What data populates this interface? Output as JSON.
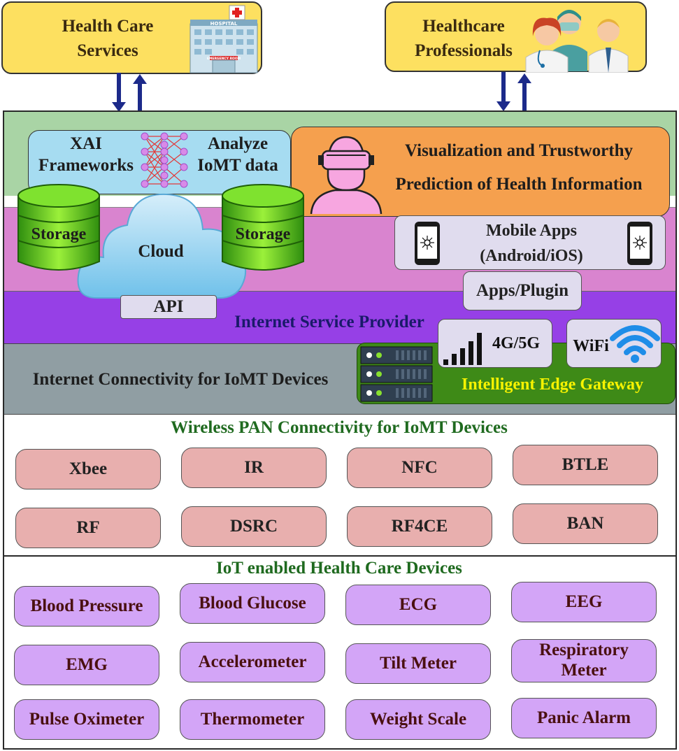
{
  "top": {
    "left_title": "Health Care Services",
    "right_title": "Healthcare Professionals",
    "hospital_sign": "HOSPITAL",
    "hospital_door": "EMERGENCY ROOM"
  },
  "cloud_layer": {
    "xai": "XAI Frameworks",
    "analyze": "Analyze IoMT data",
    "viz_line1": "Visualization and Trustworthy",
    "viz_line2": "Prediction of Health Information",
    "storage_left": "Storage",
    "storage_right": "Storage",
    "cloud": "Cloud",
    "api": "API",
    "mobile_line1": "Mobile Apps",
    "mobile_line2": "(Android/iOS)",
    "apps_plugin": "Apps/Plugin"
  },
  "isp": {
    "label": "Internet Service Provider"
  },
  "connectivity": {
    "label": "Internet Connectivity for IoMT Devices",
    "cellular": "4G/5G",
    "wifi": "WiFi",
    "gateway": "Intelligent Edge Gateway"
  },
  "pan": {
    "title": "Wireless PAN Connectivity for IoMT Devices",
    "items": [
      "Xbee",
      "IR",
      "NFC",
      "BTLE",
      "RF",
      "DSRC",
      "RF4CE",
      "BAN"
    ]
  },
  "devices": {
    "title": "IoT enabled Health Care Devices",
    "items": [
      "Blood Pressure",
      "Blood Glucose",
      "ECG",
      "EEG",
      "EMG",
      "Accelerometer",
      "Tilt Meter",
      "Respiratory Meter",
      "Pulse Oximeter",
      "Thermometer",
      "Weight Scale",
      "Panic Alarm"
    ]
  },
  "colors": {
    "top_box": "#fde060",
    "green_band": "#a9d4a5",
    "pink_band": "#d984cf",
    "purple_band": "#9640e6",
    "grey_band": "#909ea3",
    "gateway": "#3e8a17",
    "gateway_text": "#f7f300",
    "section_title": "#1f6a1f",
    "pan_pill": "#e8afae",
    "device_pill": "#d3a5f7",
    "arrow": "#1c2a8a"
  }
}
